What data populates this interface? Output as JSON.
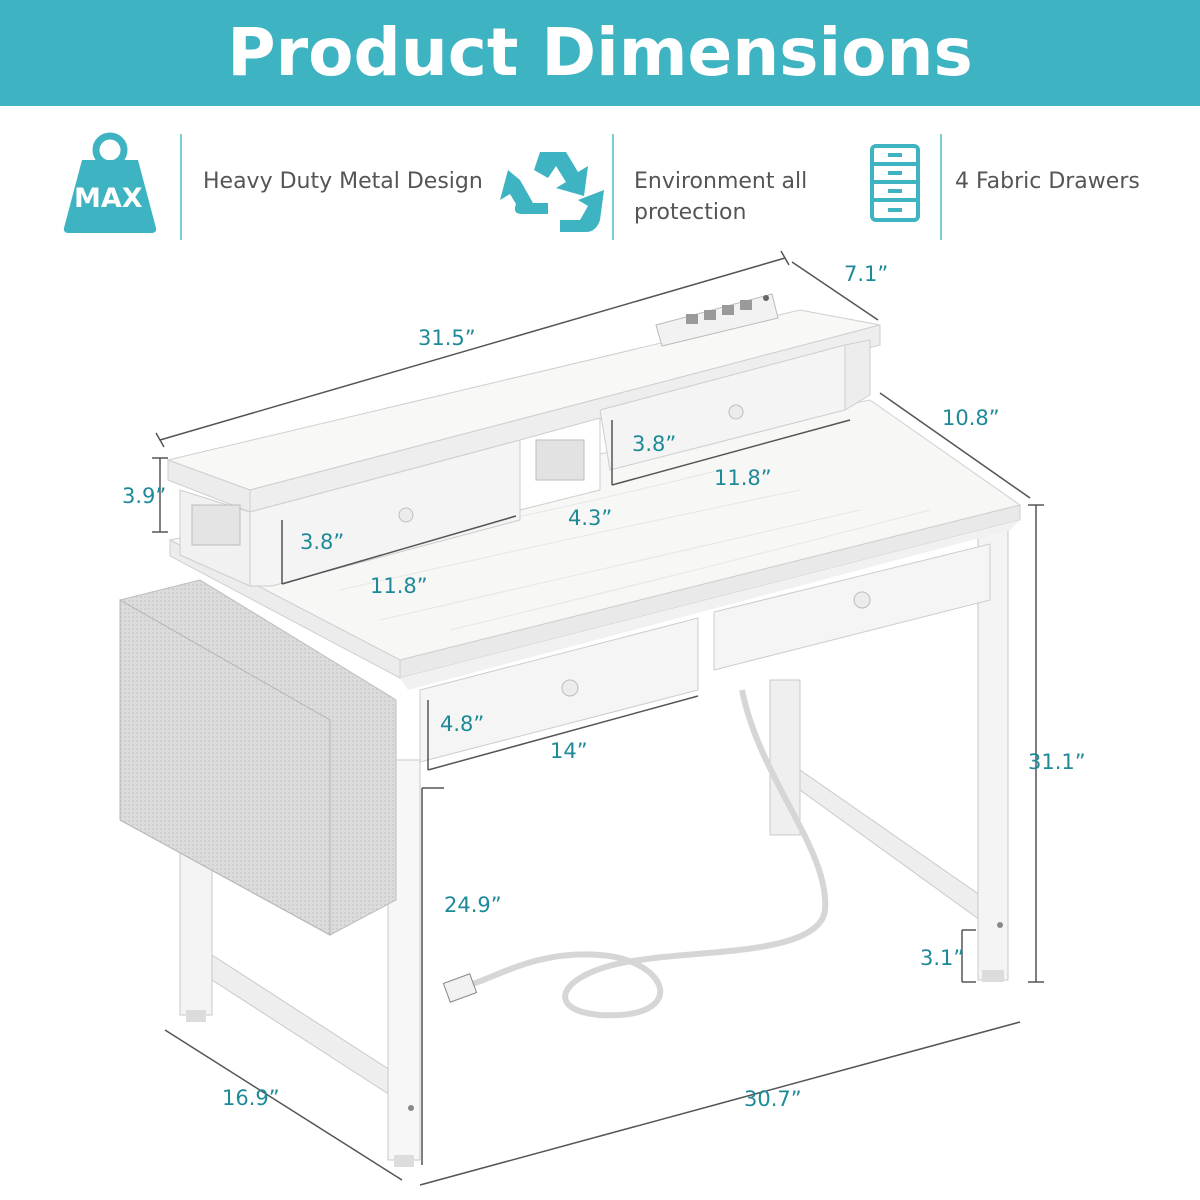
{
  "header": {
    "title": "Product Dimensions"
  },
  "features": [
    {
      "icon": "max-weight-icon",
      "badge": "MAX",
      "label": "Heavy Duty Metal Design"
    },
    {
      "icon": "recycle-icon",
      "label_line1": "Environment all",
      "label_line2": "protection"
    },
    {
      "icon": "drawers-icon",
      "label": "4 Fabric Drawers"
    }
  ],
  "dimensions": {
    "hutch_width": "31.5”",
    "hutch_depth": "7.1”",
    "hutch_height": "3.9”",
    "hutch_left_drawer_height": "3.8”",
    "hutch_left_drawer_width": "11.8”",
    "hutch_cubby_width": "4.3”",
    "hutch_right_drawer_height": "3.8”",
    "hutch_right_drawer_width": "11.8”",
    "desk_depth_top": "10.8”",
    "desk_drawer_height": "4.8”",
    "desk_drawer_width": "14”",
    "desk_height": "31.1”",
    "leg_clearance": "24.9”",
    "foot_height": "3.1”",
    "desk_depth": "16.9”",
    "desk_width": "30.7”"
  },
  "colors": {
    "accent": "#3eb3c1",
    "dimension_text": "#1e8a98",
    "feature_text": "#555555",
    "desk_white": "#f7f7f5"
  }
}
